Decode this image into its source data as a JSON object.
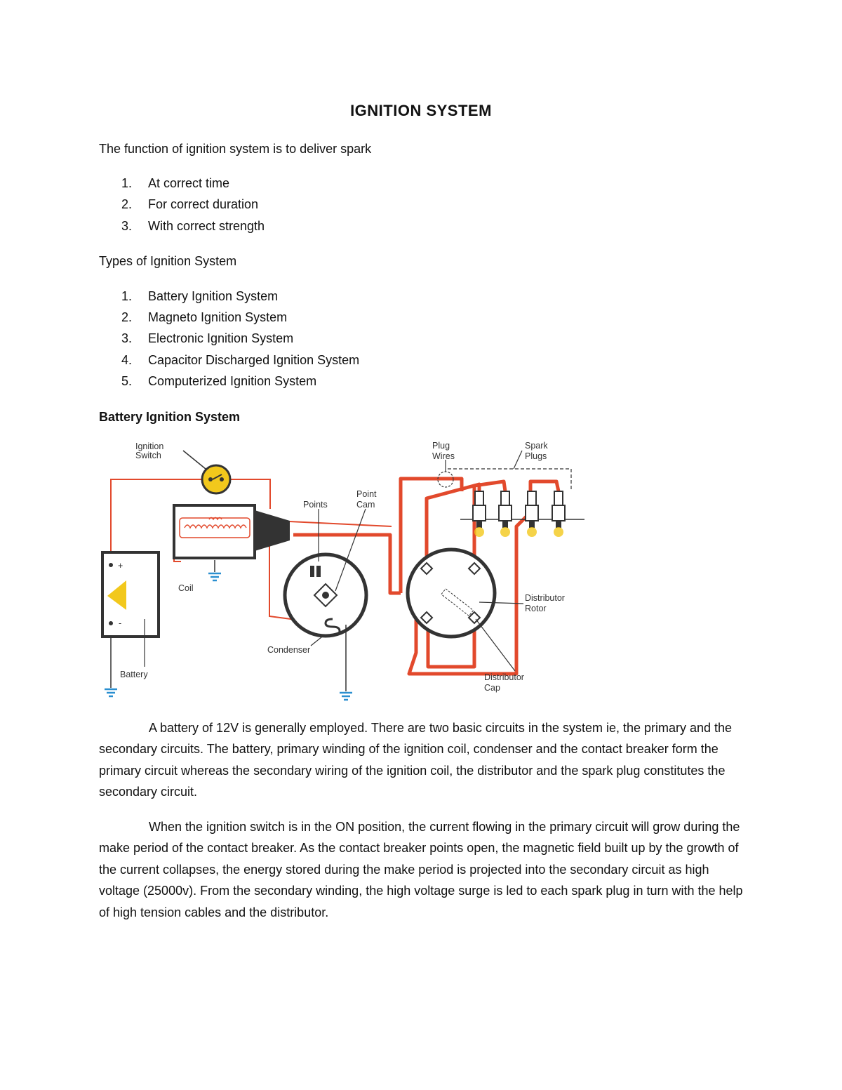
{
  "title": "IGNITION SYSTEM",
  "intro": "The function of ignition system is to deliver spark",
  "function_list": [
    {
      "num": "1.",
      "text": "At correct time"
    },
    {
      "num": "2.",
      "text": "For correct duration"
    },
    {
      "num": "3.",
      "text": "With correct strength"
    }
  ],
  "types_heading": "Types of Ignition System",
  "types_list": [
    {
      "num": "1.",
      "text": "Battery Ignition System"
    },
    {
      "num": "2.",
      "text": "Magneto Ignition System"
    },
    {
      "num": "3.",
      "text": "Electronic Ignition System"
    },
    {
      "num": "4.",
      "text": "Capacitor Discharged Ignition System"
    },
    {
      "num": "5.",
      "text": "Computerized Ignition System"
    }
  ],
  "section_heading": "Battery Ignition System",
  "diagram": {
    "ignition_switch_line1": "Ignition",
    "ignition_switch_line2": "Switch",
    "points": "Points",
    "point_cam_line1": "Point",
    "point_cam_line2": "Cam",
    "plug_wires_line1": "Plug",
    "plug_wires_line2": "Wires",
    "spark_plugs_line1": "Spark",
    "spark_plugs_line2": "Plugs",
    "coil": "Coil",
    "condenser": "Condenser",
    "battery": "Battery",
    "distributor_rotor_line1": "Distributor",
    "distributor_rotor_line2": "Rotor",
    "distributor_cap_line1": "Distributor",
    "distributor_cap_line2": "Cap",
    "plus_sign": "+",
    "minus_sign": "-",
    "wire_color": "#e2492c",
    "component_color": "#333333",
    "ground_color": "#2a8fd0",
    "switch_color": "#f2c81c"
  },
  "paragraph1": "A battery of 12V is generally employed. There are two basic circuits in the system ie, the primary and the secondary circuits. The battery, primary winding of the ignition coil, condenser and the contact breaker form the primary circuit whereas the secondary wiring of the ignition coil, the distributor and the spark plug constitutes the secondary circuit.",
  "paragraph2": "When the ignition switch is in the ON position, the current flowing in the primary circuit will grow during the make period of the contact breaker. As the contact breaker points open, the magnetic field built up by the growth of the current collapses, the energy stored during the make period is projected into the secondary circuit as high voltage (25000v). From the secondary winding, the high voltage surge is led to each spark plug in turn with the help of high tension cables and the distributor."
}
